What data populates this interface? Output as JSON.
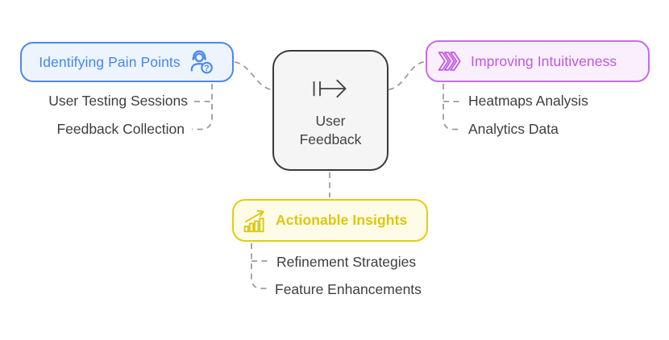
{
  "diagram": {
    "center_node": {
      "icon": "mapsto-arrow-icon",
      "line1": "User",
      "line2": "Feedback",
      "border_color": "#3a3a3a",
      "fill_color": "#f5f5f5"
    },
    "branches": [
      {
        "title": "Identifying Pain Points",
        "icon": "user-headset-question-icon",
        "items": [
          "User Testing Sessions",
          "Feedback Collection"
        ],
        "accent_color": "#4787ee",
        "border_color": "#4c87f0",
        "fill_color": "#edf4fe"
      },
      {
        "title": "Improving Intuitiveness",
        "icon": "triple-chevron-forward-icon",
        "items": [
          "Heatmaps Analysis",
          "Analytics Data"
        ],
        "accent_color": "#c156e6",
        "border_color": "#c86aec",
        "fill_color": "#faf0fd"
      },
      {
        "title": "Actionable Insights",
        "icon": "bar-chart-growth-icon",
        "items": [
          "Refinement Strategies",
          "Feature Enhancements"
        ],
        "accent_color": "#dcc70e",
        "border_color": "#e4cd0e",
        "fill_color": "#fefbe6"
      }
    ],
    "connector_color": "#9c9c9c",
    "item_text_color": "#3e3e3e"
  }
}
